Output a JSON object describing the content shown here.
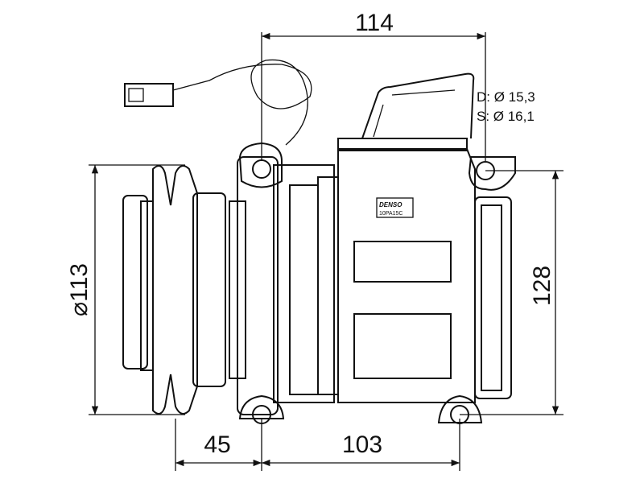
{
  "dimensions": {
    "top_width": "114",
    "height": "128",
    "pulley_diameter": "⌀113",
    "pulley_offset": "45",
    "mount_spacing": "103"
  },
  "port_notes": {
    "discharge": "D: Ø 15,3",
    "suction": "S: Ø 16,1"
  },
  "label_plate": {
    "brand": "DENSO",
    "model": "10PA15C"
  }
}
